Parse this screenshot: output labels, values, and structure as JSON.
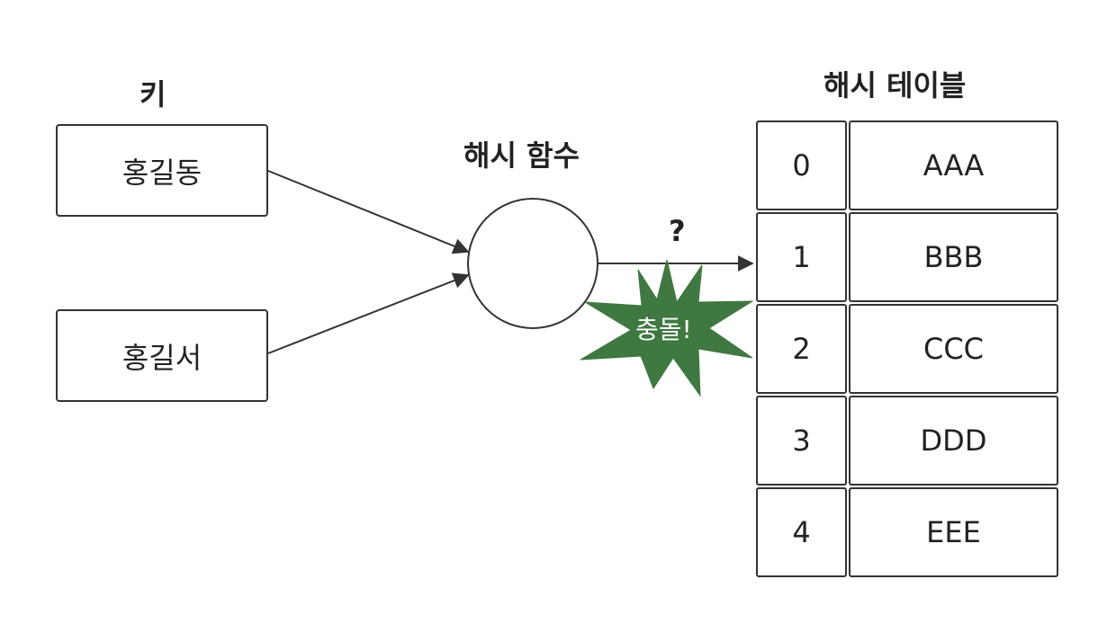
{
  "labels": {
    "key_heading": "키",
    "hash_function": "해시 함수",
    "hash_table": "해시 테이블",
    "question": "?",
    "collision": "충돌!"
  },
  "keys": [
    {
      "text": "홍길동"
    },
    {
      "text": "홍길서"
    }
  ],
  "table_rows": [
    {
      "index": "0",
      "value": "AAA"
    },
    {
      "index": "1",
      "value": "BBB"
    },
    {
      "index": "2",
      "value": "CCC"
    },
    {
      "index": "3",
      "value": "DDD"
    },
    {
      "index": "4",
      "value": "EEE"
    }
  ],
  "colors": {
    "stroke": "#333333",
    "collision_fill": "#3f7840",
    "collision_text": "#ffffff"
  }
}
